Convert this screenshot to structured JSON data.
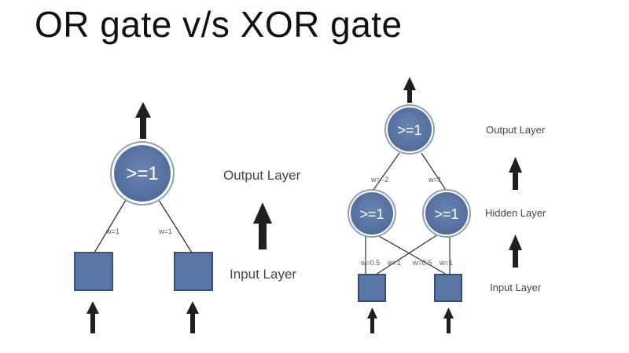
{
  "title": "OR gate v/s XOR gate",
  "colors": {
    "node_fill": "#5a76a6",
    "node_ring": "#9aa9c4",
    "line": "#333333",
    "arrow": "#1f1f1f"
  },
  "or_gate": {
    "output_node": ">=1",
    "weights": [
      "w=1",
      "w=1"
    ],
    "layers": {
      "output": "Output Layer",
      "input": "Input Layer"
    }
  },
  "xor_gate": {
    "output_node": ">=1",
    "hidden_nodes": [
      ">=1",
      ">=1"
    ],
    "output_weights": [
      "w= -2",
      "w=1"
    ],
    "input_weights": [
      "w=0.5",
      "w=1",
      "w=0.5",
      "w=1"
    ],
    "layers": {
      "output": "Output Layer",
      "hidden": "Hidden Layer",
      "input": "Input Layer"
    }
  }
}
